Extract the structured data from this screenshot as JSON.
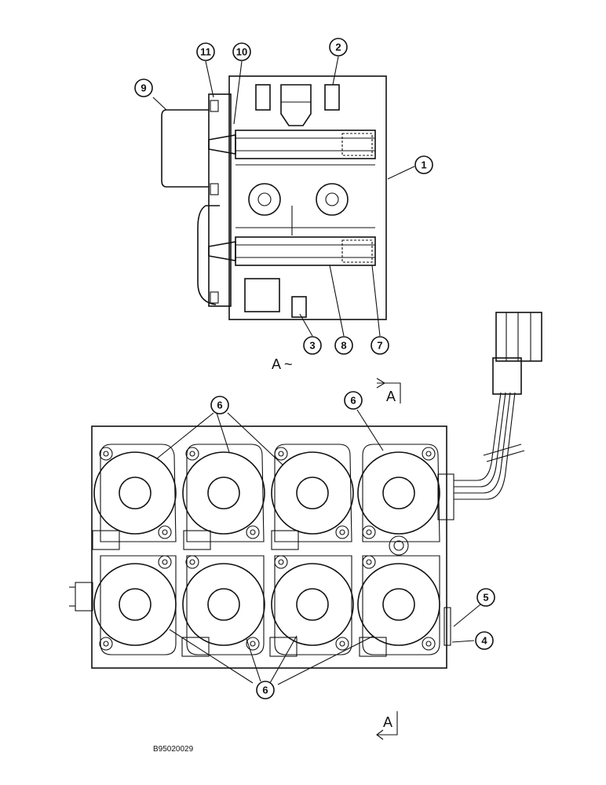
{
  "callouts": {
    "c1": "1",
    "c2": "2",
    "c3": "3",
    "c4": "4",
    "c5": "5",
    "c6a": "6",
    "c6b": "6",
    "c6c": "6",
    "c7": "7",
    "c8": "8",
    "c9": "9",
    "c10": "10",
    "c11": "11"
  },
  "view_labels": {
    "view_a_top": "A ~",
    "section_arrow_mid": "A",
    "section_arrow_bottom": "A"
  },
  "drawing_code": "B95020029"
}
